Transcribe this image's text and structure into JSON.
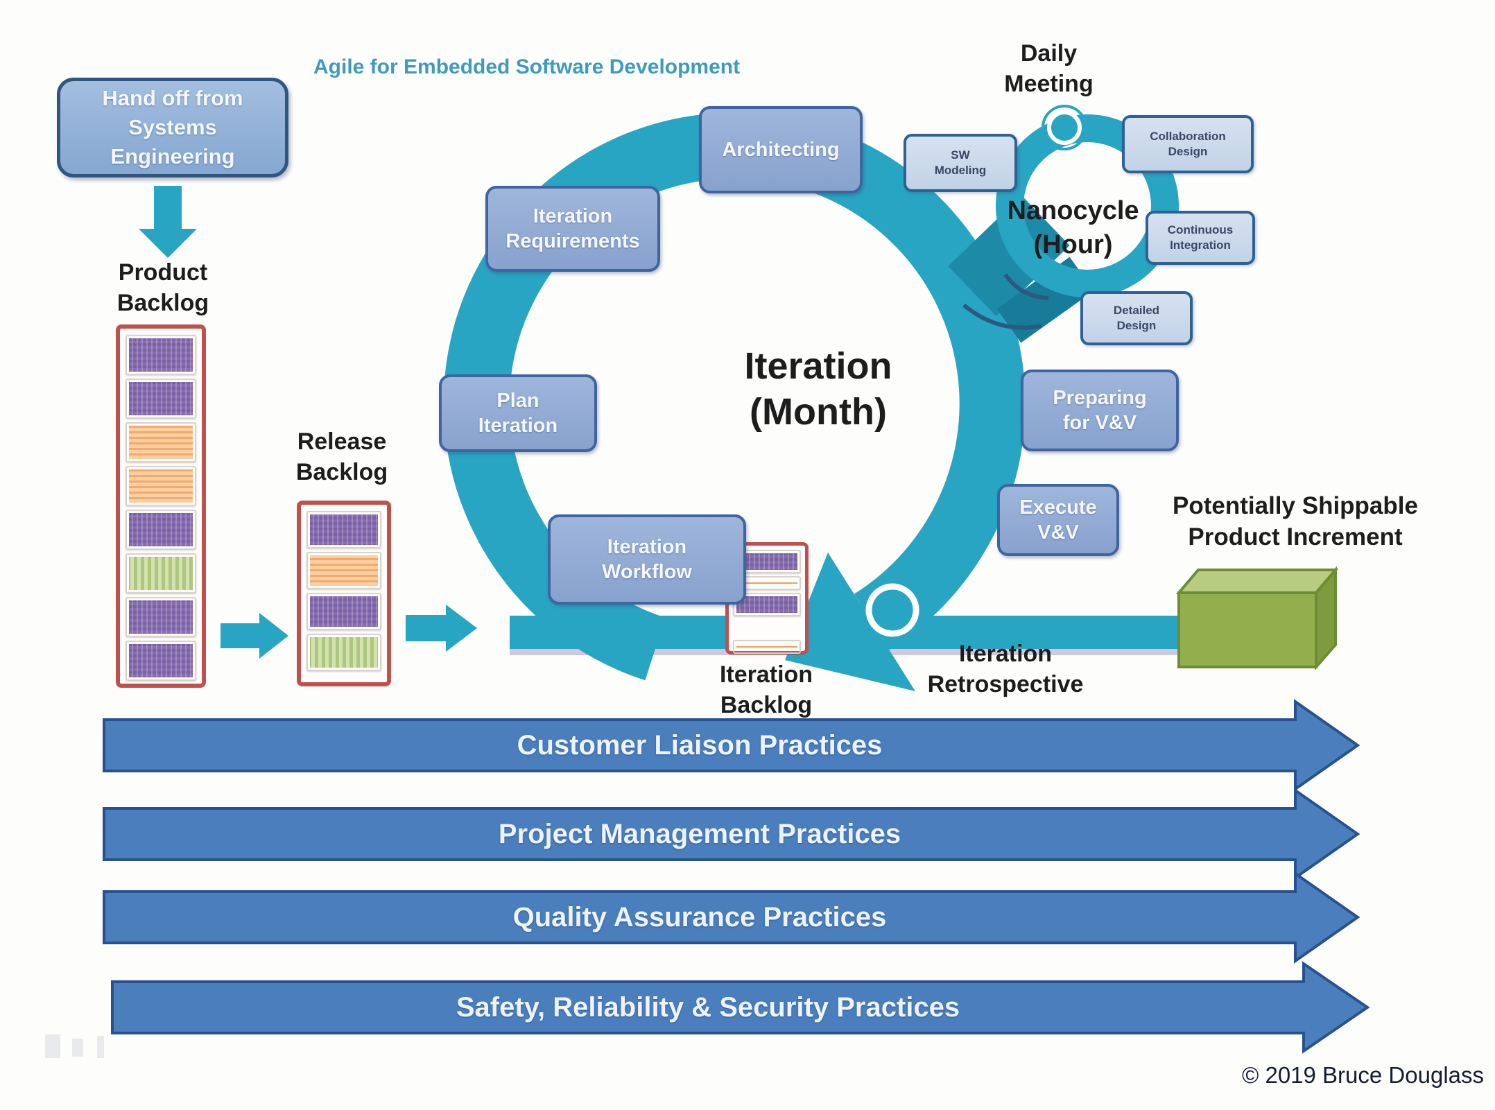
{
  "title": "Agile for Embedded Software Development",
  "copyright": "© 2019 Bruce Douglass",
  "colors": {
    "teal": "#28a5c3",
    "teal_dark": "#1d8aa8",
    "bar_shadow": "#cfc8e2",
    "banner_blue": "#4a7ebc",
    "banner_border": "#27528f",
    "red_border": "#c0504d",
    "title_teal": "#3f9bba",
    "cube_front": "#93af4d",
    "cube_top": "#b7cc80",
    "cube_side": "#7e9b3f",
    "cube_edge": "#6c8c36"
  },
  "handoff": {
    "label": "Hand off from\nSystems\nEngineering"
  },
  "product_backlog": {
    "label": "Product\nBacklog",
    "cards": [
      "purple",
      "purple",
      "orange",
      "orange",
      "purple",
      "green",
      "purple",
      "purple"
    ]
  },
  "release_backlog": {
    "label": "Release\nBacklog",
    "cards": [
      "purple",
      "orange",
      "purple",
      "green"
    ]
  },
  "iteration_backlog": {
    "label": "Iteration\nBacklog",
    "cards": [
      "purple",
      "lines",
      "purple",
      "gap",
      "lines"
    ]
  },
  "cycle": {
    "center_label": "Iteration\n(Month)",
    "stages": [
      {
        "label": "Architecting"
      },
      {
        "label": "Iteration\nRequirements"
      },
      {
        "label": "Plan\nIteration"
      },
      {
        "label": "Iteration\nWorkflow"
      },
      {
        "label": "Preparing\nfor V&V"
      },
      {
        "label": "Execute\nV&V"
      }
    ]
  },
  "nanocycle": {
    "center_label": "Nanocycle\n(Hour)",
    "daily_meeting_label": "Daily\nMeeting",
    "stages": [
      {
        "label": "SW\nModeling"
      },
      {
        "label": "Collaboration\nDesign"
      },
      {
        "label": "Continuous\nIntegration"
      },
      {
        "label": "Detailed\nDesign"
      }
    ]
  },
  "retrospective": {
    "label": "Iteration\nRetrospective"
  },
  "increment": {
    "label": "Potentially Shippable\nProduct Increment"
  },
  "practices": [
    "Customer Liaison Practices",
    "Project Management Practices",
    "Quality Assurance Practices",
    "Safety, Reliability & Security Practices"
  ]
}
